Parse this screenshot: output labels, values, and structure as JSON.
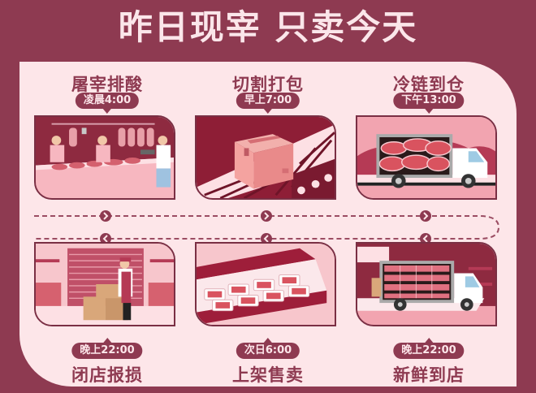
{
  "headline": "昨日现宰 只卖今天",
  "colors": {
    "background": "#8e3a51",
    "panel": "#fde6e9",
    "accent": "#8e3a51",
    "headline_text": "#fbe6ea"
  },
  "steps_top": [
    {
      "title": "屠宰排酸",
      "time": "凌晨4:00",
      "image": "butchers-cutting-meat-illustration"
    },
    {
      "title": "切割打包",
      "time": "早上7:00",
      "image": "box-on-conveyor-illustration"
    },
    {
      "title": "冷链到仓",
      "time": "下午13:00",
      "image": "refrigerated-truck-illustration"
    }
  ],
  "steps_bottom": [
    {
      "title": "闭店报损",
      "time": "晚上22:00",
      "image": "worker-packing-boxes-store-closing-illustration"
    },
    {
      "title": "上架售卖",
      "time": "次日6:00",
      "image": "meat-display-case-illustration"
    },
    {
      "title": "新鲜到店",
      "time": "晚上22:00",
      "image": "truck-at-loading-dock-illustration"
    }
  ],
  "flow": {
    "top_arrows": [
      "chevron-right",
      "chevron-right",
      "chevron-right"
    ],
    "bottom_arrows": [
      "chevron-left",
      "chevron-left",
      "chevron-left"
    ]
  }
}
